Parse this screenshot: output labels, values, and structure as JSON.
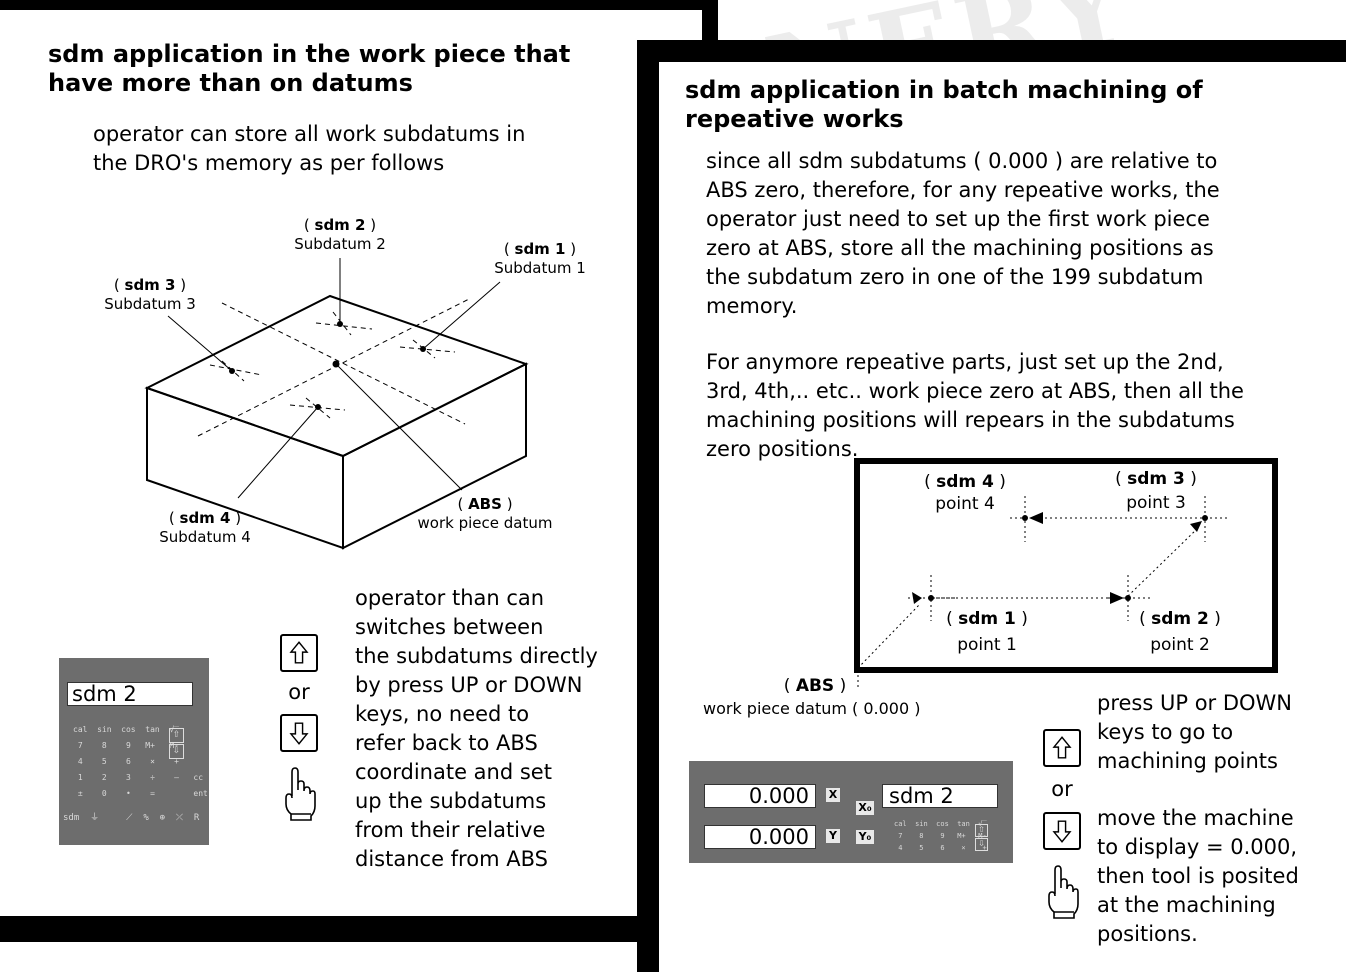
{
  "left": {
    "title_line1": "sdm application in the work piece that",
    "title_line2": "have more than on datums",
    "intro_line1": "operator can store all work subdatums in",
    "intro_line2": "the DRO's memory as per follows",
    "diagram": {
      "sdm2_tag": "sdm 2",
      "sdm2_label": "Subdatum 2",
      "sdm1_tag": "sdm 1",
      "sdm1_label": "Subdatum 1",
      "sdm3_tag": "sdm 3",
      "sdm3_label": "Subdatum 3",
      "sdm4_tag": "sdm 4",
      "sdm4_label": "Subdatum 4",
      "abs_tag": "ABS",
      "abs_label": "work piece datum"
    },
    "dro_display": "sdm 2",
    "dro_keys_text": "cal  sin  cos  tan  √‾\n 7    8    9   M+   M-\n 4    5    6    ×    +\n 1    2    3    ÷    —   cc\n ±    0    •    =        ent",
    "dro_fn_keys_text": "sdm  ⏚     ⟋  %  ⊕  ⤫  R",
    "or_text": "or",
    "desc_lines": [
      "operator than can",
      "switches between",
      "the subdatums directly",
      "by press UP or DOWN",
      "keys, no need to",
      "refer back to ABS",
      "coordinate and set",
      "up the subdatums",
      "from their relative",
      "distance from ABS"
    ]
  },
  "right": {
    "title_line1": "sdm application in batch machining of",
    "title_line2": "repeative works",
    "para1_lines": [
      "since all sdm subdatums ( 0.000 ) are relative to",
      "ABS zero, therefore, for any repeative works, the",
      "operator just need to set up the first work piece",
      "zero at ABS, store all the machining positions as",
      "the subdatum zero in one of the 199 subdatum",
      "memory."
    ],
    "para2_lines": [
      "For anymore repeative parts, just set up the 2nd,",
      "3rd, 4th,.. etc.. work piece zero at ABS, then all the",
      "machining positions will repears in the subdatums",
      "zero positions."
    ],
    "diagram": {
      "sdm4_tag": "sdm 4",
      "sdm4_label": "point 4",
      "sdm3_tag": "sdm 3",
      "sdm3_label": "point 3",
      "sdm1_tag": "sdm 1",
      "sdm1_label": "point 1",
      "sdm2_tag": "sdm 2",
      "sdm2_label": "point 2",
      "abs_tag": "ABS",
      "abs_label": "work piece datum ( 0.000 )"
    },
    "dro": {
      "x_value": "0.000",
      "x_axis": "X",
      "y_value": "0.000",
      "y_axis": "Y",
      "x_zero": "X₀",
      "y_zero": "Y₀",
      "display": "sdm 2",
      "keys_text": "cal  sin  cos  tan  √‾\n 7    8    9   M+   M-\n 4    5    6    ×    +"
    },
    "or_text": "or",
    "press_lines": [
      "press UP or DOWN",
      "keys to go to",
      "machining points"
    ],
    "move_lines": [
      "move the machine",
      "to display = 0.000,",
      "then tool is posited",
      "at the machining",
      "positions."
    ]
  }
}
